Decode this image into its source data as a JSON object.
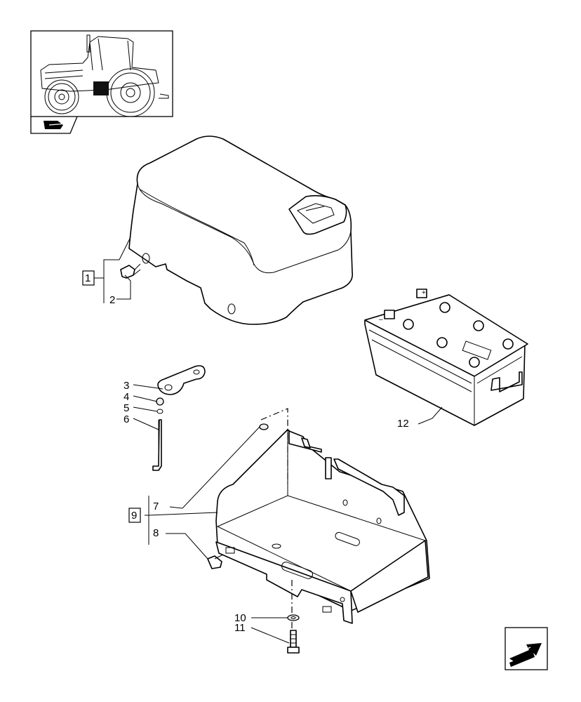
{
  "callouts": {
    "c1": "1",
    "c2": "2",
    "c3": "3",
    "c4": "4",
    "c5": "5",
    "c6": "6",
    "c7": "7",
    "c8": "8",
    "c9": "9",
    "c10": "10",
    "c11": "11",
    "c12": "12"
  },
  "icons": {
    "thumbnail": "tractor-thumbnail-icon",
    "thumbnail_tab": "book-hand-icon",
    "nav": "next-page-arrow-icon"
  }
}
